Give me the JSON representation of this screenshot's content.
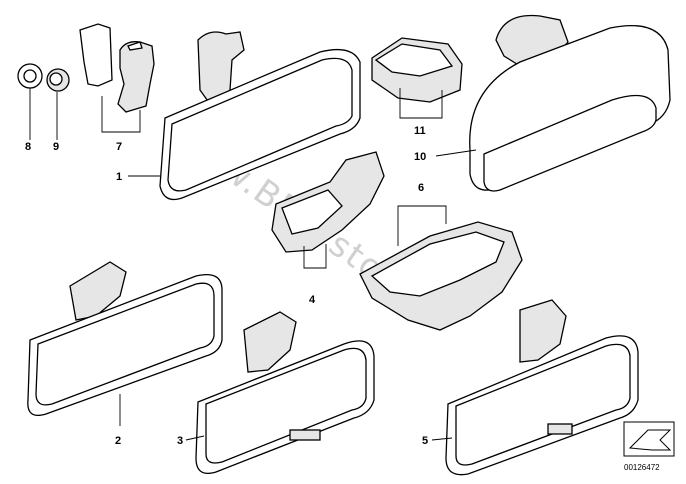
{
  "watermark": "www.BMWstore.pl",
  "document_number": "00126472",
  "labels": {
    "p1": "1",
    "p2": "2",
    "p3": "3",
    "p4": "4",
    "p5": "5",
    "p6": "6",
    "p7": "7",
    "p8": "8",
    "p9": "9",
    "p10": "10",
    "p11": "11"
  }
}
